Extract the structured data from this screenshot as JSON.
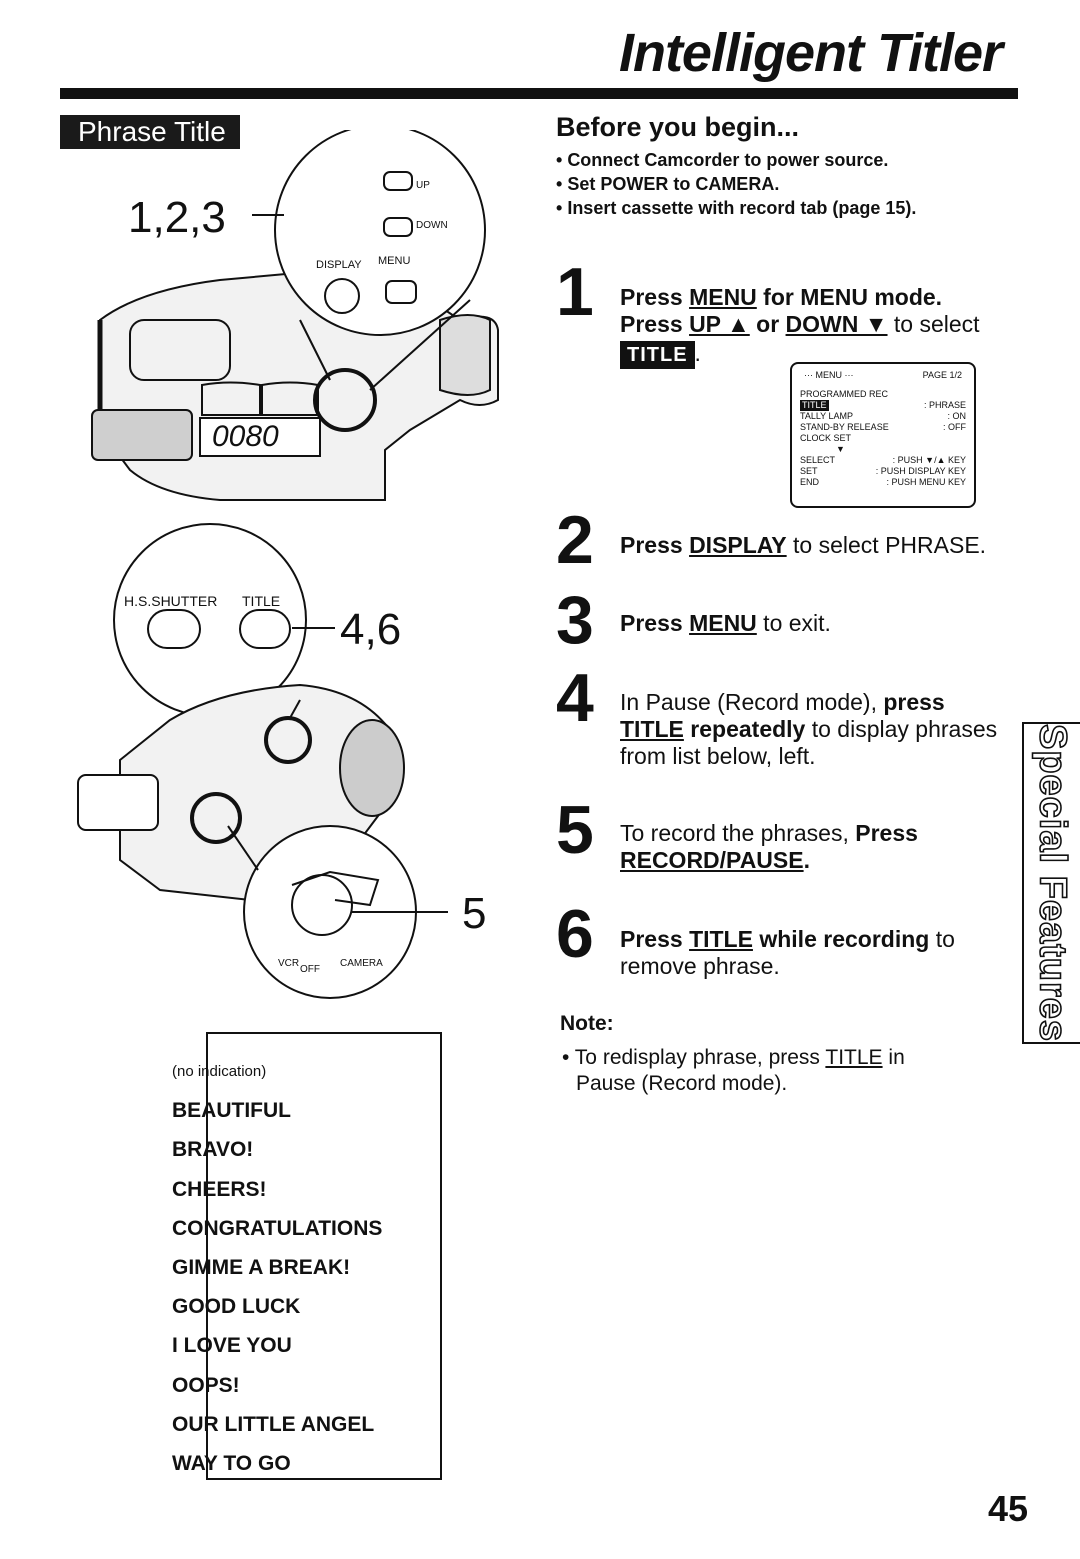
{
  "header": {
    "title": "Intelligent Titler"
  },
  "section": {
    "label": "Phrase Title"
  },
  "illustration": {
    "callout_top": "1,2,3",
    "callout_mid": "4,6",
    "callout_bottom": "5",
    "top_buttons": {
      "up": "UP",
      "down": "DOWN",
      "display": "DISPLAY",
      "menu": "MENU"
    },
    "mid_buttons": {
      "shutter": "H.S.SHUTTER",
      "title": "TITLE"
    },
    "counter": "0080",
    "switch": {
      "vcr": "VCR",
      "off": "OFF",
      "camera": "CAMERA"
    }
  },
  "before_begin": {
    "heading": "Before you begin...",
    "items": [
      "Connect Camcorder to power source.",
      "Set POWER to CAMERA.",
      "Insert cassette with record tab (page 15)."
    ]
  },
  "steps": {
    "s1": {
      "num": "1",
      "a1": "Press ",
      "a2": "MENU",
      "a3": " for MENU mode.",
      "b1": "Press ",
      "b2": "UP ▲",
      "b3": " or ",
      "b4": "DOWN ▼",
      "b5": " to select",
      "chip": "TITLE",
      "tail": "."
    },
    "s2": {
      "num": "2",
      "a": "Press ",
      "b": "DISPLAY",
      "c": " to select PHRASE."
    },
    "s3": {
      "num": "3",
      "a": "Press ",
      "b": "MENU",
      "c": " to exit."
    },
    "s4": {
      "num": "4",
      "a": "In Pause (Record mode), ",
      "b": "press",
      "c": "TITLE",
      "d": " repeatedly",
      "e": " to display phrases",
      "f": "from list below, left."
    },
    "s5": {
      "num": "5",
      "a": "To record the phrases, ",
      "b": "Press",
      "c": "RECORD/PAUSE",
      "d": "."
    },
    "s6": {
      "num": "6",
      "a": "Press ",
      "b": "TITLE",
      "c": " while recording",
      "d": " to",
      "e": "remove phrase."
    }
  },
  "menu_screen": {
    "header_left": "··· MENU ···",
    "header_right": "PAGE 1/2",
    "rows": [
      {
        "left": "PROGRAMMED REC",
        "right": ""
      },
      {
        "left": "TITLE",
        "right": ": PHRASE"
      },
      {
        "left": "TALLY LAMP",
        "right": ": ON"
      },
      {
        "left": "STAND-BY RELEASE",
        "right": ": OFF"
      },
      {
        "left": "CLOCK SET",
        "right": ""
      }
    ],
    "arrow": "▼",
    "keys": [
      {
        "left": "SELECT",
        "right": ": PUSH ▼/▲ KEY"
      },
      {
        "left": "SET",
        "right": ": PUSH DISPLAY KEY"
      },
      {
        "left": "END",
        "right": ": PUSH MENU KEY"
      }
    ]
  },
  "note": {
    "label": "Note:",
    "t1": "• To redisplay phrase, press ",
    "t2": "TITLE",
    "t3": " in",
    "t4": "Pause (Record mode)."
  },
  "phrases": [
    "(no indication)",
    "BEAUTIFUL",
    "BRAVO!",
    "CHEERS!",
    "CONGRATULATIONS",
    "GIMME  A  BREAK!",
    "GOOD  LUCK",
    "I  LOVE  YOU",
    "OOPS!",
    "OUR  LITTLE  ANGEL",
    "WAY  TO  GO"
  ],
  "side_tab": {
    "label": "Special Features"
  },
  "footer": {
    "page_number": "45"
  }
}
